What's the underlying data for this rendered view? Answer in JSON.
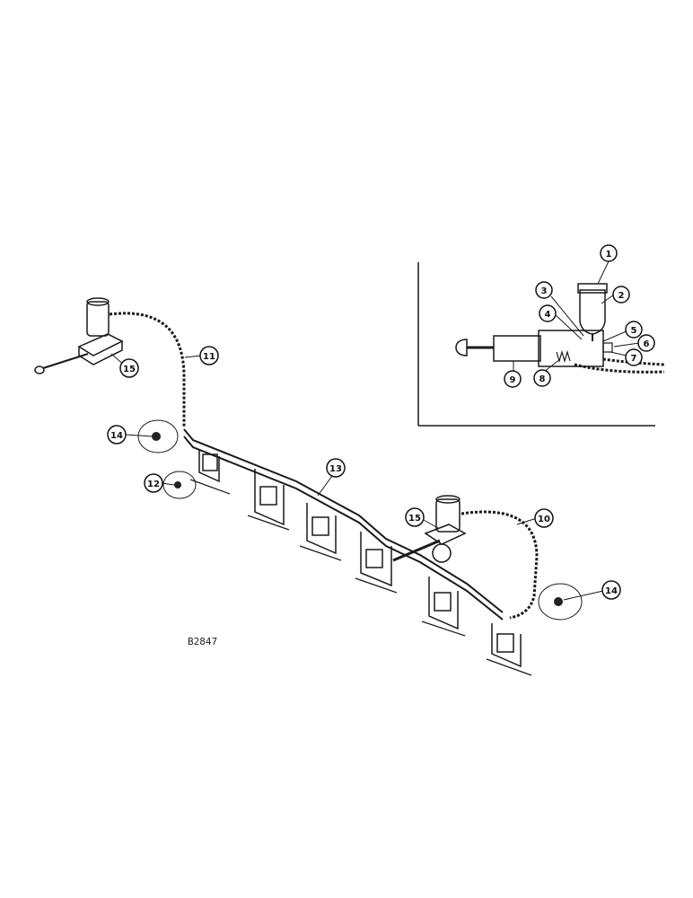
{
  "figure_id": "B2847",
  "callouts": {
    "c1": "1",
    "c2": "2",
    "c3": "3",
    "c4": "4",
    "c5": "5",
    "c6": "6",
    "c7": "7",
    "c8": "8",
    "c9": "9",
    "c10": "10",
    "c11": "11",
    "c12": "12",
    "c13": "13",
    "c14a": "14",
    "c14b": "14",
    "c15a": "15",
    "c15b": "15"
  }
}
